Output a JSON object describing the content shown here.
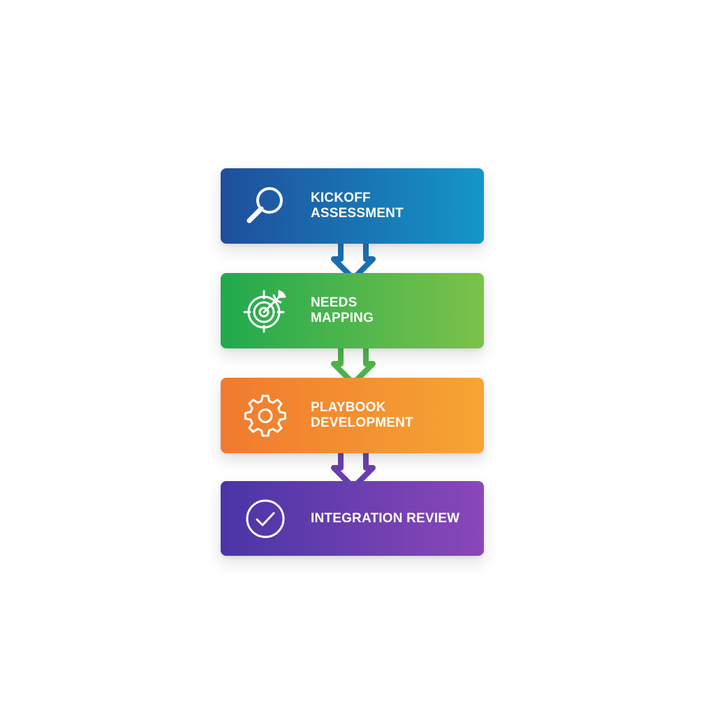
{
  "steps": [
    {
      "label_lines": [
        "KICKOFF",
        "ASSESSMENT"
      ],
      "icon": "search-icon",
      "color_start": "#1F4E9C",
      "color_end": "#1496C8"
    },
    {
      "label_lines": [
        "NEEDS",
        "MAPPING"
      ],
      "icon": "target-icon",
      "color_start": "#21A94E",
      "color_end": "#7CC24A"
    },
    {
      "label_lines": [
        "PLAYBOOK",
        "DEVELOPMENT"
      ],
      "icon": "gear-icon",
      "color_start": "#F07A2F",
      "color_end": "#F6A533"
    },
    {
      "label_lines": [
        "INTEGRATION REVIEW"
      ],
      "icon": "checkmark-icon",
      "color_start": "#4A35A6",
      "color_end": "#8A47B8"
    }
  ],
  "connectors": [
    {
      "color": "#1A6FB3"
    },
    {
      "color": "#4DB548"
    },
    {
      "color": "#6A3FB0"
    }
  ]
}
